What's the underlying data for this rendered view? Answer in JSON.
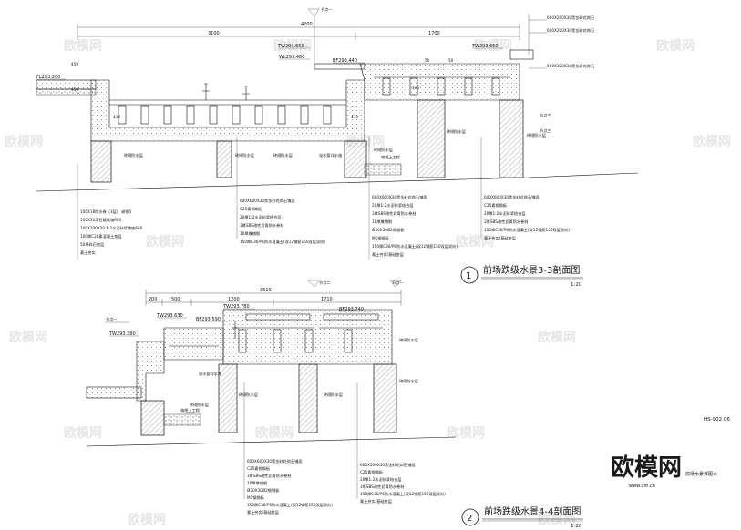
{
  "drawing_number": "HS-902.06",
  "sheet_name": "前场水景详图六",
  "watermark": "欧模网",
  "watermark_faint": "欧模网",
  "watermark_url": "www.om.cn",
  "section1": {
    "number": "1",
    "title": "前场跌级水景3-3剖面图",
    "scale": "1:20",
    "dims_top": [
      "4200",
      "3100",
      "1700"
    ],
    "dims_small": [
      "50",
      "50"
    ],
    "levels": [
      "TW293.650",
      "WL293.480",
      "BF293.440",
      "FL293.200",
      "TW293.650"
    ],
    "node_tags": [
      "节点一",
      "节点三",
      "节点三"
    ],
    "side_dims": [
      "450",
      "450",
      "430",
      "430",
      "360"
    ],
    "mid_labels": [
      "砖砌防水层",
      "砖砌防水层",
      "砖砌防水层",
      "溢水管详水施",
      "砖砌防水层",
      "电缆上工程",
      "砖砌防水层",
      "砖砌防水层"
    ],
    "left_notes": [
      "100X18防水卷（3层）  碳钢5",
      "150X50黑石板素铺600",
      "100X100X20  1:2水泥砂浆铺底600",
      "100厚C20素混凝土垫层",
      "50厚碎石垫层",
      "素土夯实"
    ],
    "mid_notes": [
      "600X600X30黑金砂花岗石铺面",
      "C25素钢钢板",
      "20厚1:2水泥砂浆结合层",
      "3厚SBS改性沥青防水卷材",
      "10厚撑铺钢",
      "150厚C30/P6防水混凝土(双12钢筋150双层双向)",
      "M1钢钢板",
      "素土夯实/基础垫层"
    ],
    "right_notes": [
      "600X600X30黑金砂花岗石铺面",
      "20厚1:2水泥砂浆结合层",
      "3厚SBS改性沥青防水卷材",
      "10厚撑铺钢",
      "Ø30X30Ø2钢钢板",
      "M1钢钢板",
      "150厚C30/P6防水混凝土(双12钢筋150双层双向)",
      "素土夯实/基础垫层"
    ],
    "far_right_notes": [
      "600X600X30黑金砂花岗石铺面",
      "C25素钢钢板",
      "20厚1:2水泥砂浆结合层",
      "3厚SBS改性沥青防水卷材",
      "150厚C30/P6防水混凝土(双12钢筋150双层双向)",
      "素土夯实/基础垫层"
    ],
    "top_right_notes": [
      "600X200X30黑金砂花岗石",
      "600X200X30黑金砂花岗石",
      "600X320X30黑金砂花岗石"
    ]
  },
  "section2": {
    "number": "2",
    "title": "前场跌级水景4-4剖面图",
    "scale": "1:20",
    "dims_top": [
      "3610",
      "200",
      "500",
      "1200",
      "1710"
    ],
    "levels": [
      "TW293.780",
      "TW293.630",
      "BF293.590",
      "BF293.740",
      "TW293.380"
    ],
    "node_tags": [
      "节点一",
      "节点二",
      "节点一"
    ],
    "mid_labels": [
      "溢水管详水施",
      "砖砌防水层",
      "电缆上工程",
      "砖砌防水层",
      "砖砌防水层",
      "砖砌防水层",
      "砖砌防水层"
    ],
    "left_notes": [
      "600X600X30黑金砂花岗石铺面",
      "C25素钢钢板",
      "3厚SBS改性沥青防水卷材",
      "10厚撑铺钢",
      "Ø30X30Ø2钢钢板",
      "M1钢钢板",
      "150厚C30/P6防水混凝土(双12钢筋150双层双向)",
      "素土夯实/基础垫层"
    ],
    "right_notes": [
      "600X500X30黑金砂花岗石铺面",
      "C25素钢钢板",
      "20厚1:2水泥砂浆结合层",
      "3厚SBS改性沥青防水卷材",
      "150厚C30/P6防水混凝土(双12钢筋150双层双向)",
      "素土夯实/基础垫层"
    ]
  }
}
